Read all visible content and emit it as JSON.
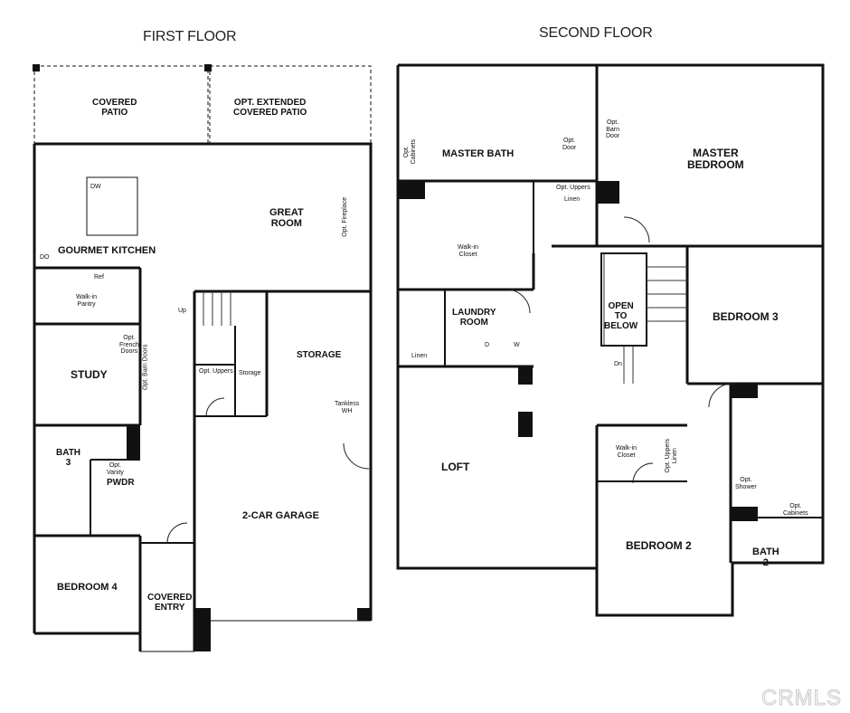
{
  "titles": {
    "first_floor": "FIRST FLOOR",
    "second_floor": "SECOND FLOOR"
  },
  "first_floor": {
    "rooms": {
      "covered_patio": "COVERED\nPATIO",
      "opt_extended_covered_patio": "OPT. EXTENDED\nCOVERED PATIO",
      "great_room": "GREAT\nROOM",
      "opt_fireplace": "Opt. Fireplace",
      "gourmet_kitchen": "GOURMET KITCHEN",
      "dw": "DW",
      "do": "DO",
      "ref": "Ref",
      "walk_in_pantry": "Walk-in\nPantry",
      "up": "Up",
      "study": "STUDY",
      "opt_french_doors": "Opt.\nFrench\nDoors",
      "opt_barn_doors": "Opt. Barn Doors",
      "storage_large": "STORAGE",
      "opt_uppers": "Opt. Uppers",
      "storage_small": "Storage",
      "tankless_wh": "Tankless\nWH",
      "bath3": "BATH\n3",
      "opt_vanity": "Opt.\nVanity",
      "pwdr": "PWDR",
      "garage": "2-CAR GARAGE",
      "bedroom4": "BEDROOM 4",
      "covered_entry": "COVERED\nENTRY"
    }
  },
  "second_floor": {
    "rooms": {
      "master_bath": "MASTER BATH",
      "opt_cabinets_left": "Opt.\nCabinets",
      "opt_door": "Opt.\nDoor",
      "opt_barn_door": "Opt.\nBarn\nDoor",
      "master_bedroom": "MASTER\nBEDROOM",
      "opt_uppers": "Opt. Uppers",
      "linen_master": "Linen",
      "walk_in_closet_master": "Walk-in\nCloset",
      "laundry_room": "LAUNDRY\nROOM",
      "dryer": "D",
      "washer": "W",
      "linen_laundry": "Linen",
      "open_to_below": "OPEN\nTO\nBELOW",
      "dn": "Dn",
      "bedroom3": "BEDROOM 3",
      "loft": "LOFT",
      "walk_in_closet_bed2": "Walk-in\nCloset",
      "opt_uppers_linen": "Opt. Uppers\nLinen",
      "opt_shower": "Opt.\nShower",
      "opt_cabinets_right": "Opt.\nCabinets",
      "bedroom2": "BEDROOM 2",
      "bath2": "BATH\n2"
    }
  },
  "watermark": "CRMLS"
}
